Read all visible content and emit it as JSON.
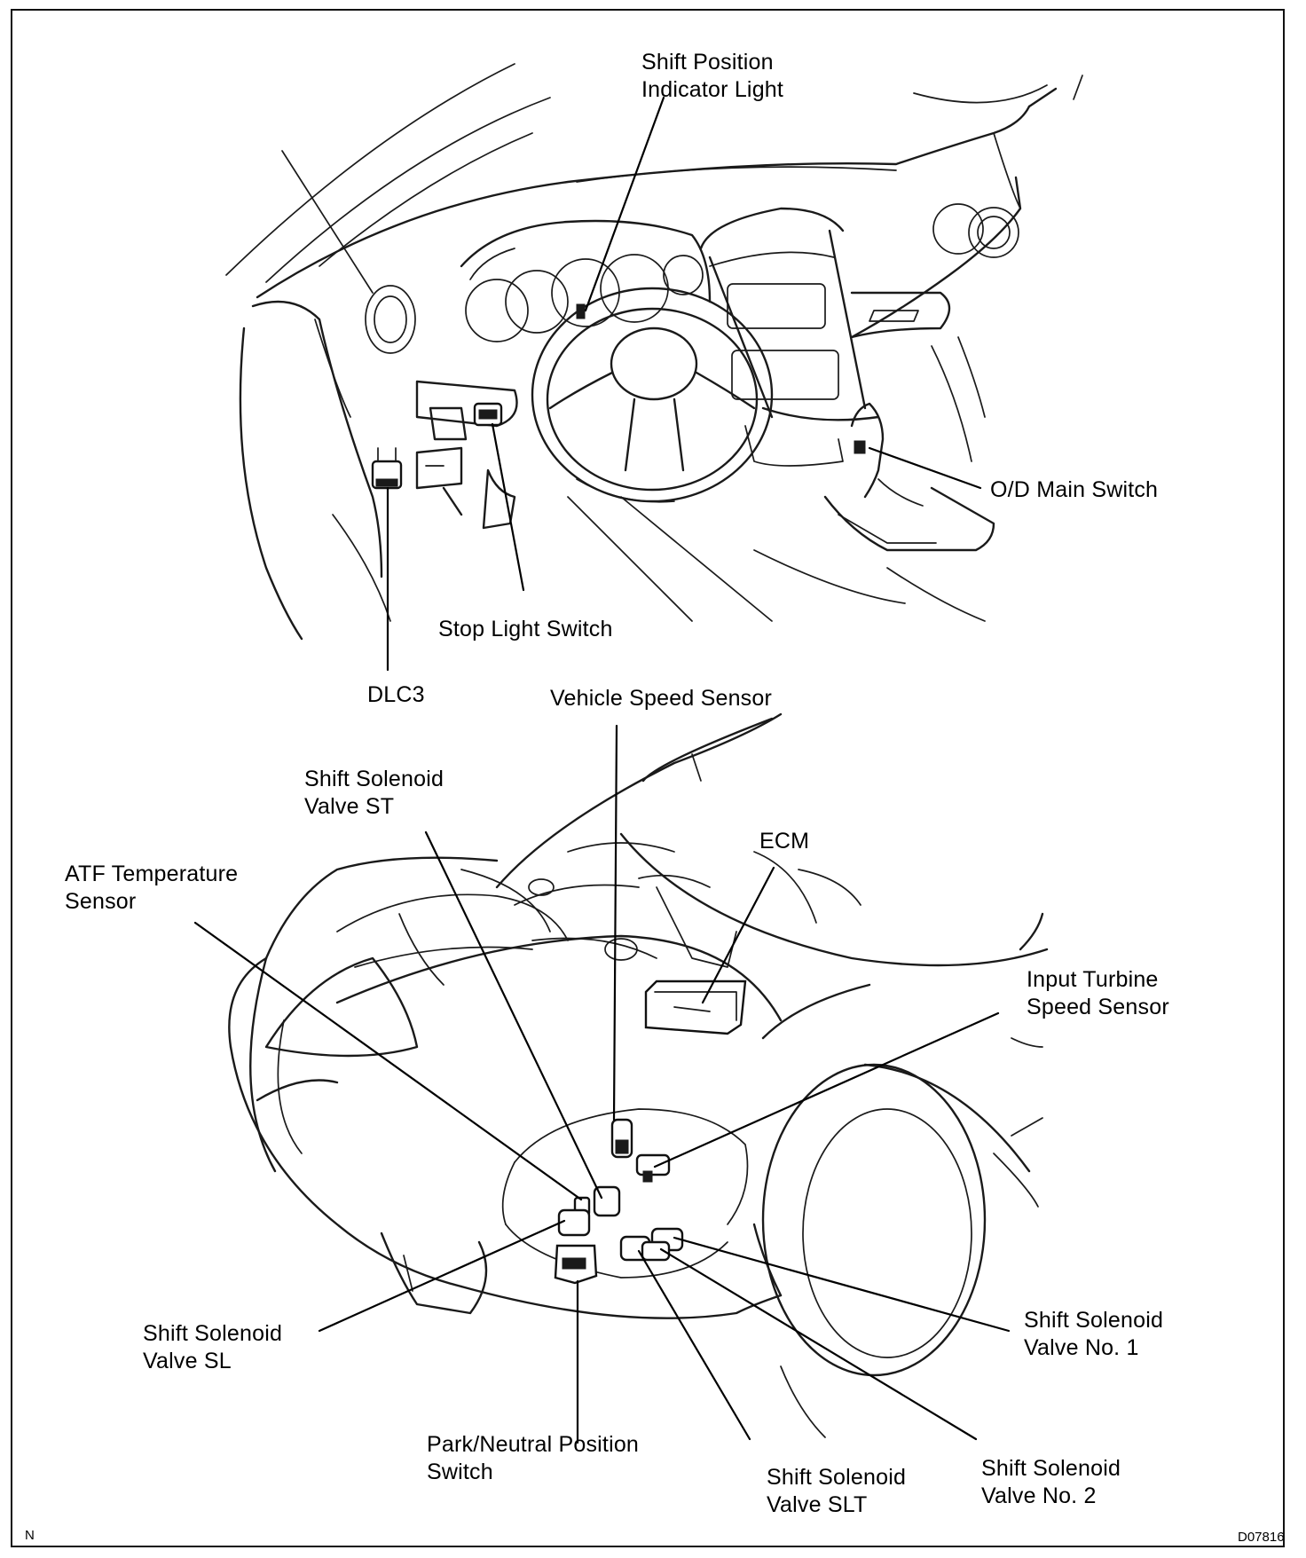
{
  "labels": {
    "shift_position_indicator_light": "Shift Position\nIndicator Light",
    "od_main_switch": "O/D Main Switch",
    "stop_light_switch": "Stop Light Switch",
    "dlc3": "DLC3",
    "vehicle_speed_sensor": "Vehicle Speed Sensor",
    "shift_solenoid_valve_st": "Shift Solenoid\nValve ST",
    "ecm": "ECM",
    "atf_temperature_sensor": "ATF Temperature\nSensor",
    "input_turbine_speed_sensor": "Input Turbine\nSpeed Sensor",
    "shift_solenoid_valve_sl": "Shift Solenoid\nValve SL",
    "shift_solenoid_valve_no1": "Shift Solenoid\nValve No. 1",
    "park_neutral_position_switch": "Park/Neutral Position\nSwitch",
    "shift_solenoid_valve_slt": "Shift Solenoid\nValve SLT",
    "shift_solenoid_valve_no2": "Shift Solenoid\nValve No. 2"
  },
  "corner_mark": "N",
  "figure_code": "D07816",
  "colors": {
    "line": "#1a1a1a",
    "background": "#ffffff"
  }
}
